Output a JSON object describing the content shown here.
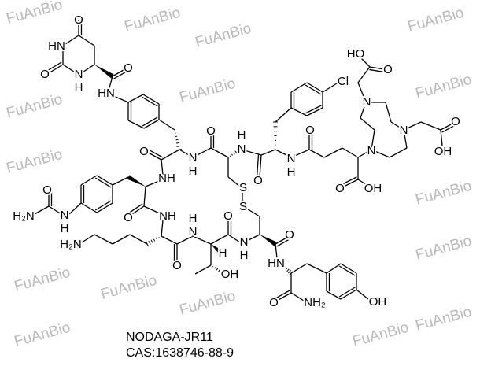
{
  "compound": {
    "name": "NODAGA-JR11",
    "cas": "CAS:1638746-88-9"
  },
  "watermark": "FuAnBio",
  "atoms": [
    "O",
    "HN",
    "O",
    "N",
    "H",
    "O",
    "HN",
    "O",
    "O",
    "N",
    "H",
    "NH",
    "H",
    "N",
    "S",
    "S",
    "O",
    "N",
    "H",
    "O",
    "Cl",
    "N",
    "N",
    "N",
    "HO",
    "O",
    "O",
    "OH",
    "O",
    "OH",
    "O",
    "H₂N",
    "N",
    "H",
    "O",
    "NH",
    "H₂N",
    "O",
    "H",
    "N",
    "H",
    "OH",
    "O",
    "N",
    "H",
    "O",
    "HN",
    "O",
    "NH₂",
    "OH"
  ],
  "colors": {
    "bond": "#000000",
    "watermark": "#a9a9a9"
  }
}
